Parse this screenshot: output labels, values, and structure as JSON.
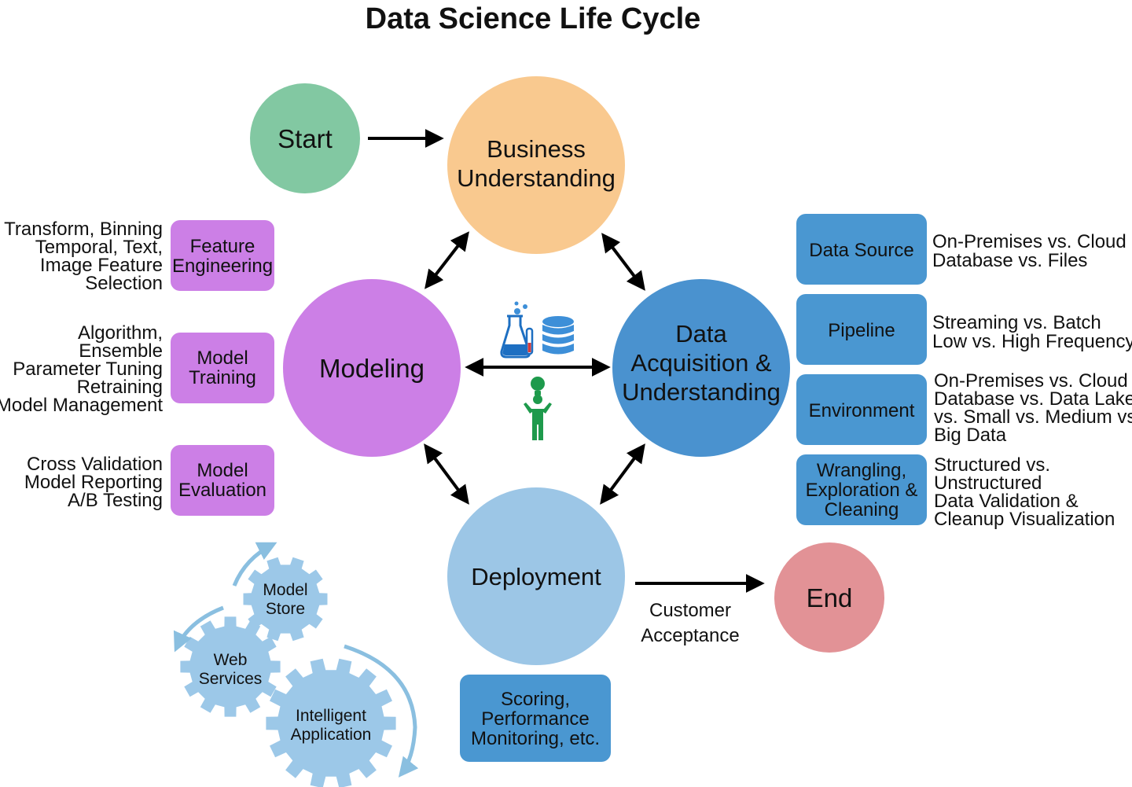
{
  "title": "Data Science Life Cycle",
  "colors": {
    "start": "#82c8a2",
    "business": "#f9c98f",
    "modeling": "#cc7fe6",
    "data_acquisition": "#4a92cf",
    "deployment": "#9cc6e6",
    "end": "#e29296",
    "purple_box": "#cc7fe6",
    "blue_box": "#4a97d1",
    "gear": "#9cc8e8",
    "flow_arrow": "#8abfe0",
    "arrow": "#000000"
  },
  "nodes": {
    "start": "Start",
    "business": [
      "Business",
      "Understanding"
    ],
    "modeling": "Modeling",
    "data_acquisition": [
      "Data",
      "Acquisition &",
      "Understanding"
    ],
    "deployment": "Deployment",
    "end": "End"
  },
  "modeling_boxes": [
    {
      "label": [
        "Feature",
        "Engineering"
      ],
      "notes": [
        "Transform, Binning",
        "Temporal, Text,",
        "Image Feature",
        "Selection"
      ]
    },
    {
      "label": [
        "Model",
        "Training"
      ],
      "notes": [
        "Algorithm,",
        "Ensemble",
        "Parameter Tuning",
        "Retraining",
        "Model Management"
      ]
    },
    {
      "label": [
        "Model",
        "Evaluation"
      ],
      "notes": [
        "Cross Validation",
        "Model Reporting",
        "A/B Testing"
      ]
    }
  ],
  "data_boxes": [
    {
      "label": [
        "Data Source"
      ],
      "notes": [
        "On-Premises vs. Cloud",
        "Database vs. Files"
      ]
    },
    {
      "label": [
        "Pipeline"
      ],
      "notes": [
        "Streaming vs. Batch",
        "Low vs. High Frequency"
      ]
    },
    {
      "label": [
        "Environment"
      ],
      "notes": [
        "On-Premises vs. Cloud",
        "Database vs. Data Lake",
        "vs. Small vs. Medium vs.",
        "Big Data"
      ]
    },
    {
      "label": [
        "Wrangling,",
        "Exploration &",
        "Cleaning"
      ],
      "notes": [
        "Structured vs.",
        "Unstructured",
        "Data Validation &",
        "Cleanup Visualization"
      ]
    }
  ],
  "deployment_box": [
    "Scoring,",
    "Performance",
    "Monitoring, etc."
  ],
  "customer_acceptance": [
    "Customer",
    "Acceptance"
  ],
  "gears": [
    [
      "Model",
      "Store"
    ],
    [
      "Web",
      "Services"
    ],
    [
      "Intelligent",
      "Application"
    ]
  ],
  "icons": [
    "lab-flask-icon",
    "database-icon",
    "person-idea-icon"
  ]
}
